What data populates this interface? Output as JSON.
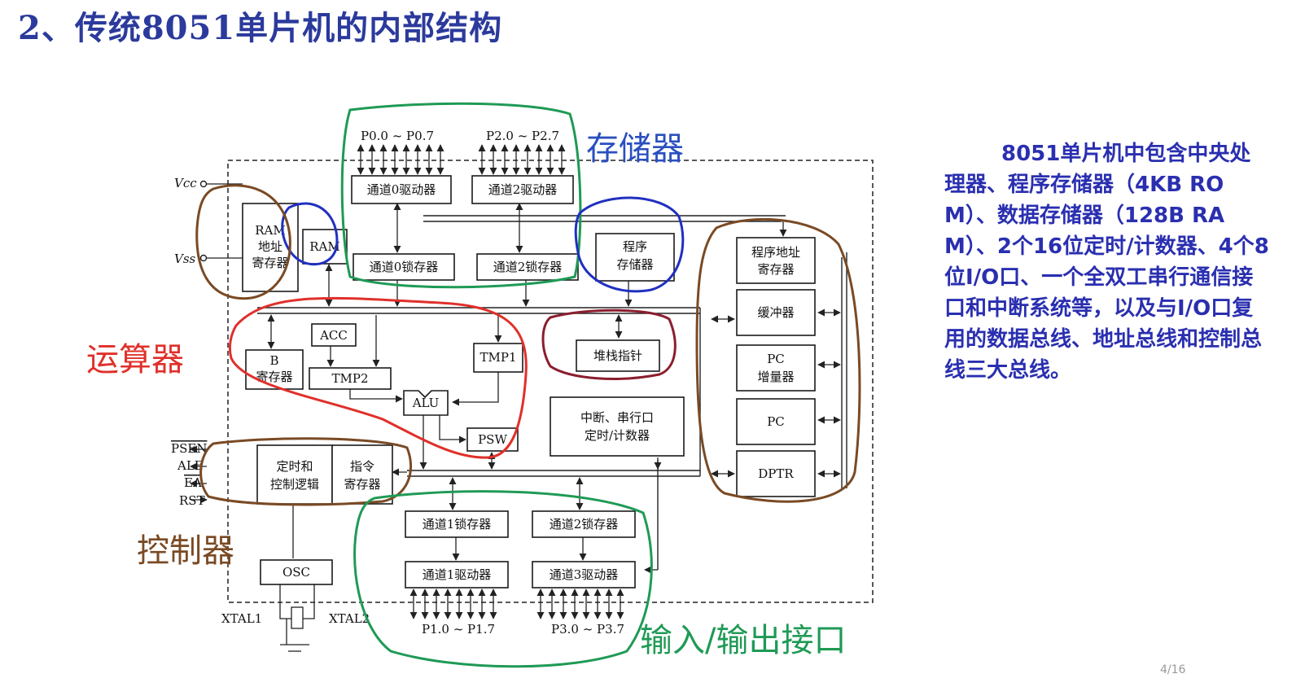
{
  "title": "2、传统8051单片机的内部结构",
  "description": "8051单片机中包含中央处理器、程序存储器（4KB ROM）、数据存储器（128B RAM）、2个16位定时/计数器、4个8位I/O口、一个全双工串行通信接口和中断系统等，以及与I/O口复用的数据总线、地址总线和控制总线三大总线。",
  "page_number": "4/16",
  "annotations": {
    "storage": "存储器",
    "alu_label": "运算器",
    "controller": "控制器",
    "io": "输入/输出接口"
  },
  "annotation_colors": {
    "storage": "#2a4fbf",
    "alu_label": "#e0302a",
    "controller": "#7a4a24",
    "io": "#1f9a55"
  },
  "pins": {
    "vcc": "Vcc",
    "vss": "Vss",
    "psen": "PSEN",
    "ale": "ALE",
    "ea": "EA",
    "rst": "RST",
    "xtal1": "XTAL1",
    "xtal2": "XTAL2"
  },
  "ports": {
    "p0": "P0.0 ~ P0.7",
    "p2": "P2.0 ~ P2.7",
    "p1": "P1.0 ~ P1.7",
    "p3": "P3.0 ~ P3.7"
  },
  "blocks": {
    "ch0_driver": "通道0驱动器",
    "ch2_driver": "通道2驱动器",
    "ch0_latch": "通道0锁存器",
    "ch2_latch": "通道2锁存器",
    "ram_addr_1": "RAM",
    "ram_addr_2": "地址",
    "ram_addr_3": "寄存器",
    "ram": "RAM",
    "prog_mem_1": "程序",
    "prog_mem_2": "存储器",
    "acc": "ACC",
    "b_reg_1": "B",
    "b_reg_2": "寄存器",
    "tmp2": "TMP2",
    "tmp1": "TMP1",
    "alu": "ALU",
    "psw": "PSW",
    "stack_ptr": "堆栈指针",
    "int_1": "中断、串行口",
    "int_2": "定时/计数器",
    "pc_addr_1": "程序地址",
    "pc_addr_2": "寄存器",
    "buffer": "缓冲器",
    "pc_inc_1": "PC",
    "pc_inc_2": "增量器",
    "pc": "PC",
    "dptr": "DPTR",
    "timing_1": "定时和",
    "timing_2": "控制逻辑",
    "ir_1": "指令",
    "ir_2": "寄存器",
    "ch1_latch": "通道1锁存器",
    "ch2b_latch": "通道2锁存器",
    "ch1_driver": "通道1驱动器",
    "ch3_driver": "通道3驱动器",
    "osc": "OSC"
  }
}
